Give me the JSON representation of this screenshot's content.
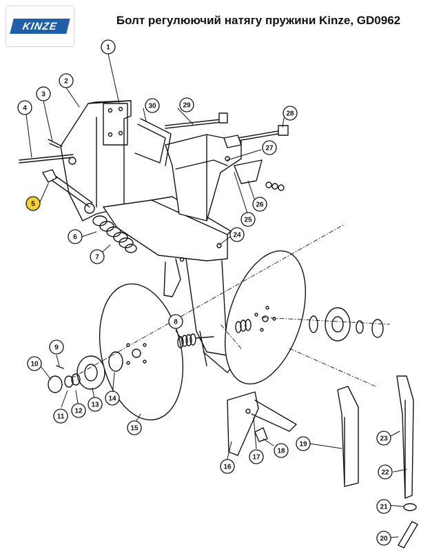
{
  "logo": {
    "text": "KINZE",
    "color": "#1f5fa8"
  },
  "title": "Болт регулюючий натягу пружини Kinze, GD0962",
  "highlight_color": "#f6d02f",
  "callouts": [
    {
      "id": "c1",
      "label": "1"
    },
    {
      "id": "c2",
      "label": "2"
    },
    {
      "id": "c3",
      "label": "3"
    },
    {
      "id": "c4",
      "label": "4"
    },
    {
      "id": "c5",
      "label": "5",
      "highlighted": true
    },
    {
      "id": "c6",
      "label": "6"
    },
    {
      "id": "c7",
      "label": "7"
    },
    {
      "id": "c8",
      "label": "8"
    },
    {
      "id": "c9",
      "label": "9"
    },
    {
      "id": "c10",
      "label": "10"
    },
    {
      "id": "c11",
      "label": "11"
    },
    {
      "id": "c12",
      "label": "12"
    },
    {
      "id": "c13",
      "label": "13"
    },
    {
      "id": "c14",
      "label": "14"
    },
    {
      "id": "c15",
      "label": "15"
    },
    {
      "id": "c16",
      "label": "16"
    },
    {
      "id": "c17",
      "label": "17"
    },
    {
      "id": "c18",
      "label": "18"
    },
    {
      "id": "c19",
      "label": "19"
    },
    {
      "id": "c20",
      "label": "20"
    },
    {
      "id": "c21",
      "label": "21"
    },
    {
      "id": "c22",
      "label": "22"
    },
    {
      "id": "c23",
      "label": "23"
    },
    {
      "id": "c24",
      "label": "24"
    },
    {
      "id": "c25",
      "label": "25"
    },
    {
      "id": "c26",
      "label": "26"
    },
    {
      "id": "c27",
      "label": "27"
    },
    {
      "id": "c28",
      "label": "28"
    },
    {
      "id": "c29",
      "label": "29"
    },
    {
      "id": "c30",
      "label": "30"
    }
  ]
}
